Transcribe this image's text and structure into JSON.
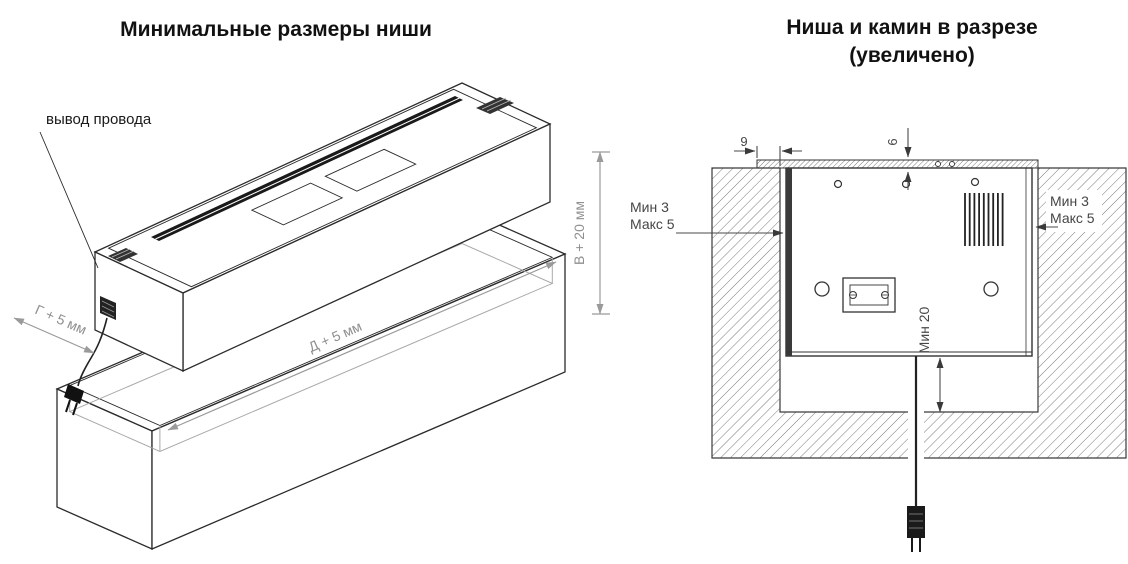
{
  "left_diagram": {
    "title": "Минимальные размеры ниши",
    "wire_label": "вывод провода",
    "dim_depth": "Г + 5 мм",
    "dim_length": "Д + 5 мм",
    "dim_height": "В + 20 мм"
  },
  "right_diagram": {
    "title_line1": "Ниша и камин в разрезе",
    "title_line2": "(увеличено)",
    "dim_lip": "9",
    "dim_flange": "6",
    "gap_left_line1": "Мин 3",
    "gap_left_line2": "Макс 5",
    "gap_right_line1": "Мин 3",
    "gap_right_line2": "Макс 5",
    "dim_bottom": "Мин 20"
  }
}
